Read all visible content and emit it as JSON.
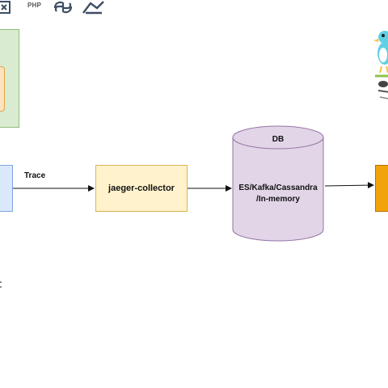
{
  "header": {
    "php_label": "PHP",
    "icons": [
      "framework-logo-icon",
      "python-logo-icon",
      "language-logo-icon"
    ]
  },
  "diagram": {
    "edge_trace_label": "Trace",
    "collector_label": "jaeger-collector",
    "db_title": "DB",
    "db_line1": "ES/Kafka/Cassandra",
    "db_line2": "/In-memory"
  },
  "colors": {
    "collector_fill": "#fff2cc",
    "db_fill": "#e1d5e7",
    "db_stroke": "#9673a6",
    "client_fill": "#dbe8fb",
    "agent_fill": "#d9ecd1",
    "query_fill": "#f0a30a"
  }
}
